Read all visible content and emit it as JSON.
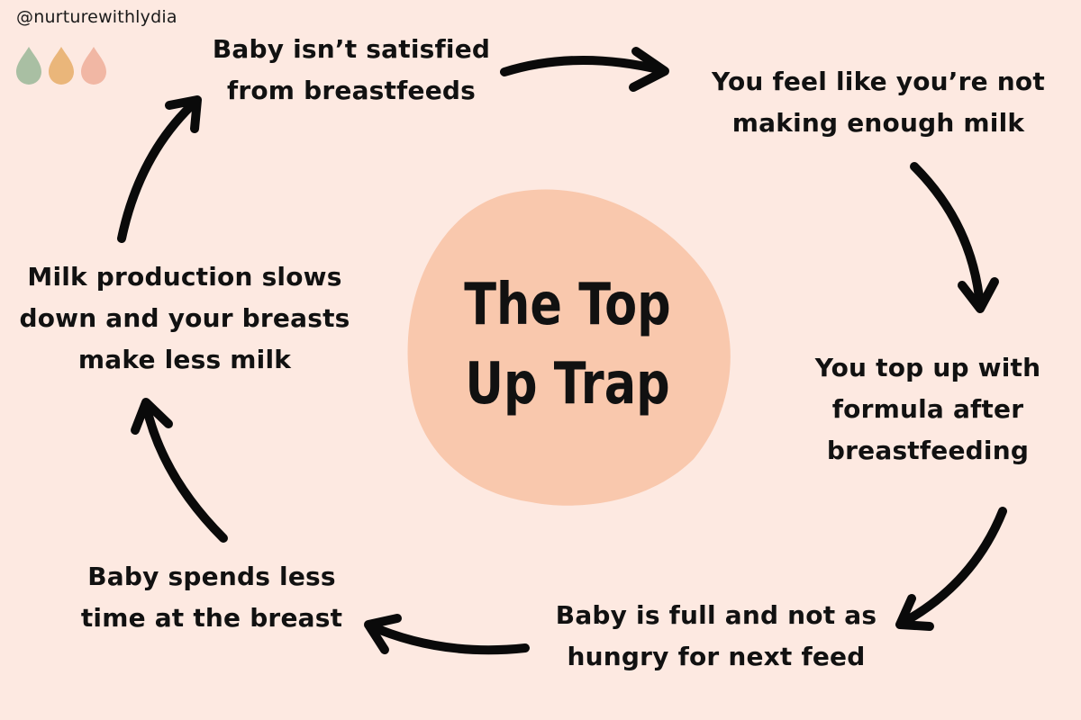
{
  "handle": "@nurturewithlydia",
  "title": "The Top\nUp Trap",
  "steps": [
    "Baby isn’t satisfied\nfrom breastfeeds",
    "You feel like you’re not\nmaking enough milk",
    "You top up with\nformula after\nbreastfeeding",
    "Baby is full and not as\nhungry for next feed",
    "Baby spends less\ntime at the breast",
    "Milk production slows\ndown and your breasts\nmake less milk"
  ],
  "colors": {
    "background": "#fde9e1",
    "blob": "#f9c8ad",
    "arrow": "#0a0a0a",
    "drop_green": "#a9bfa3",
    "drop_amber": "#eab67a",
    "drop_pink": "#f1b7a4"
  }
}
